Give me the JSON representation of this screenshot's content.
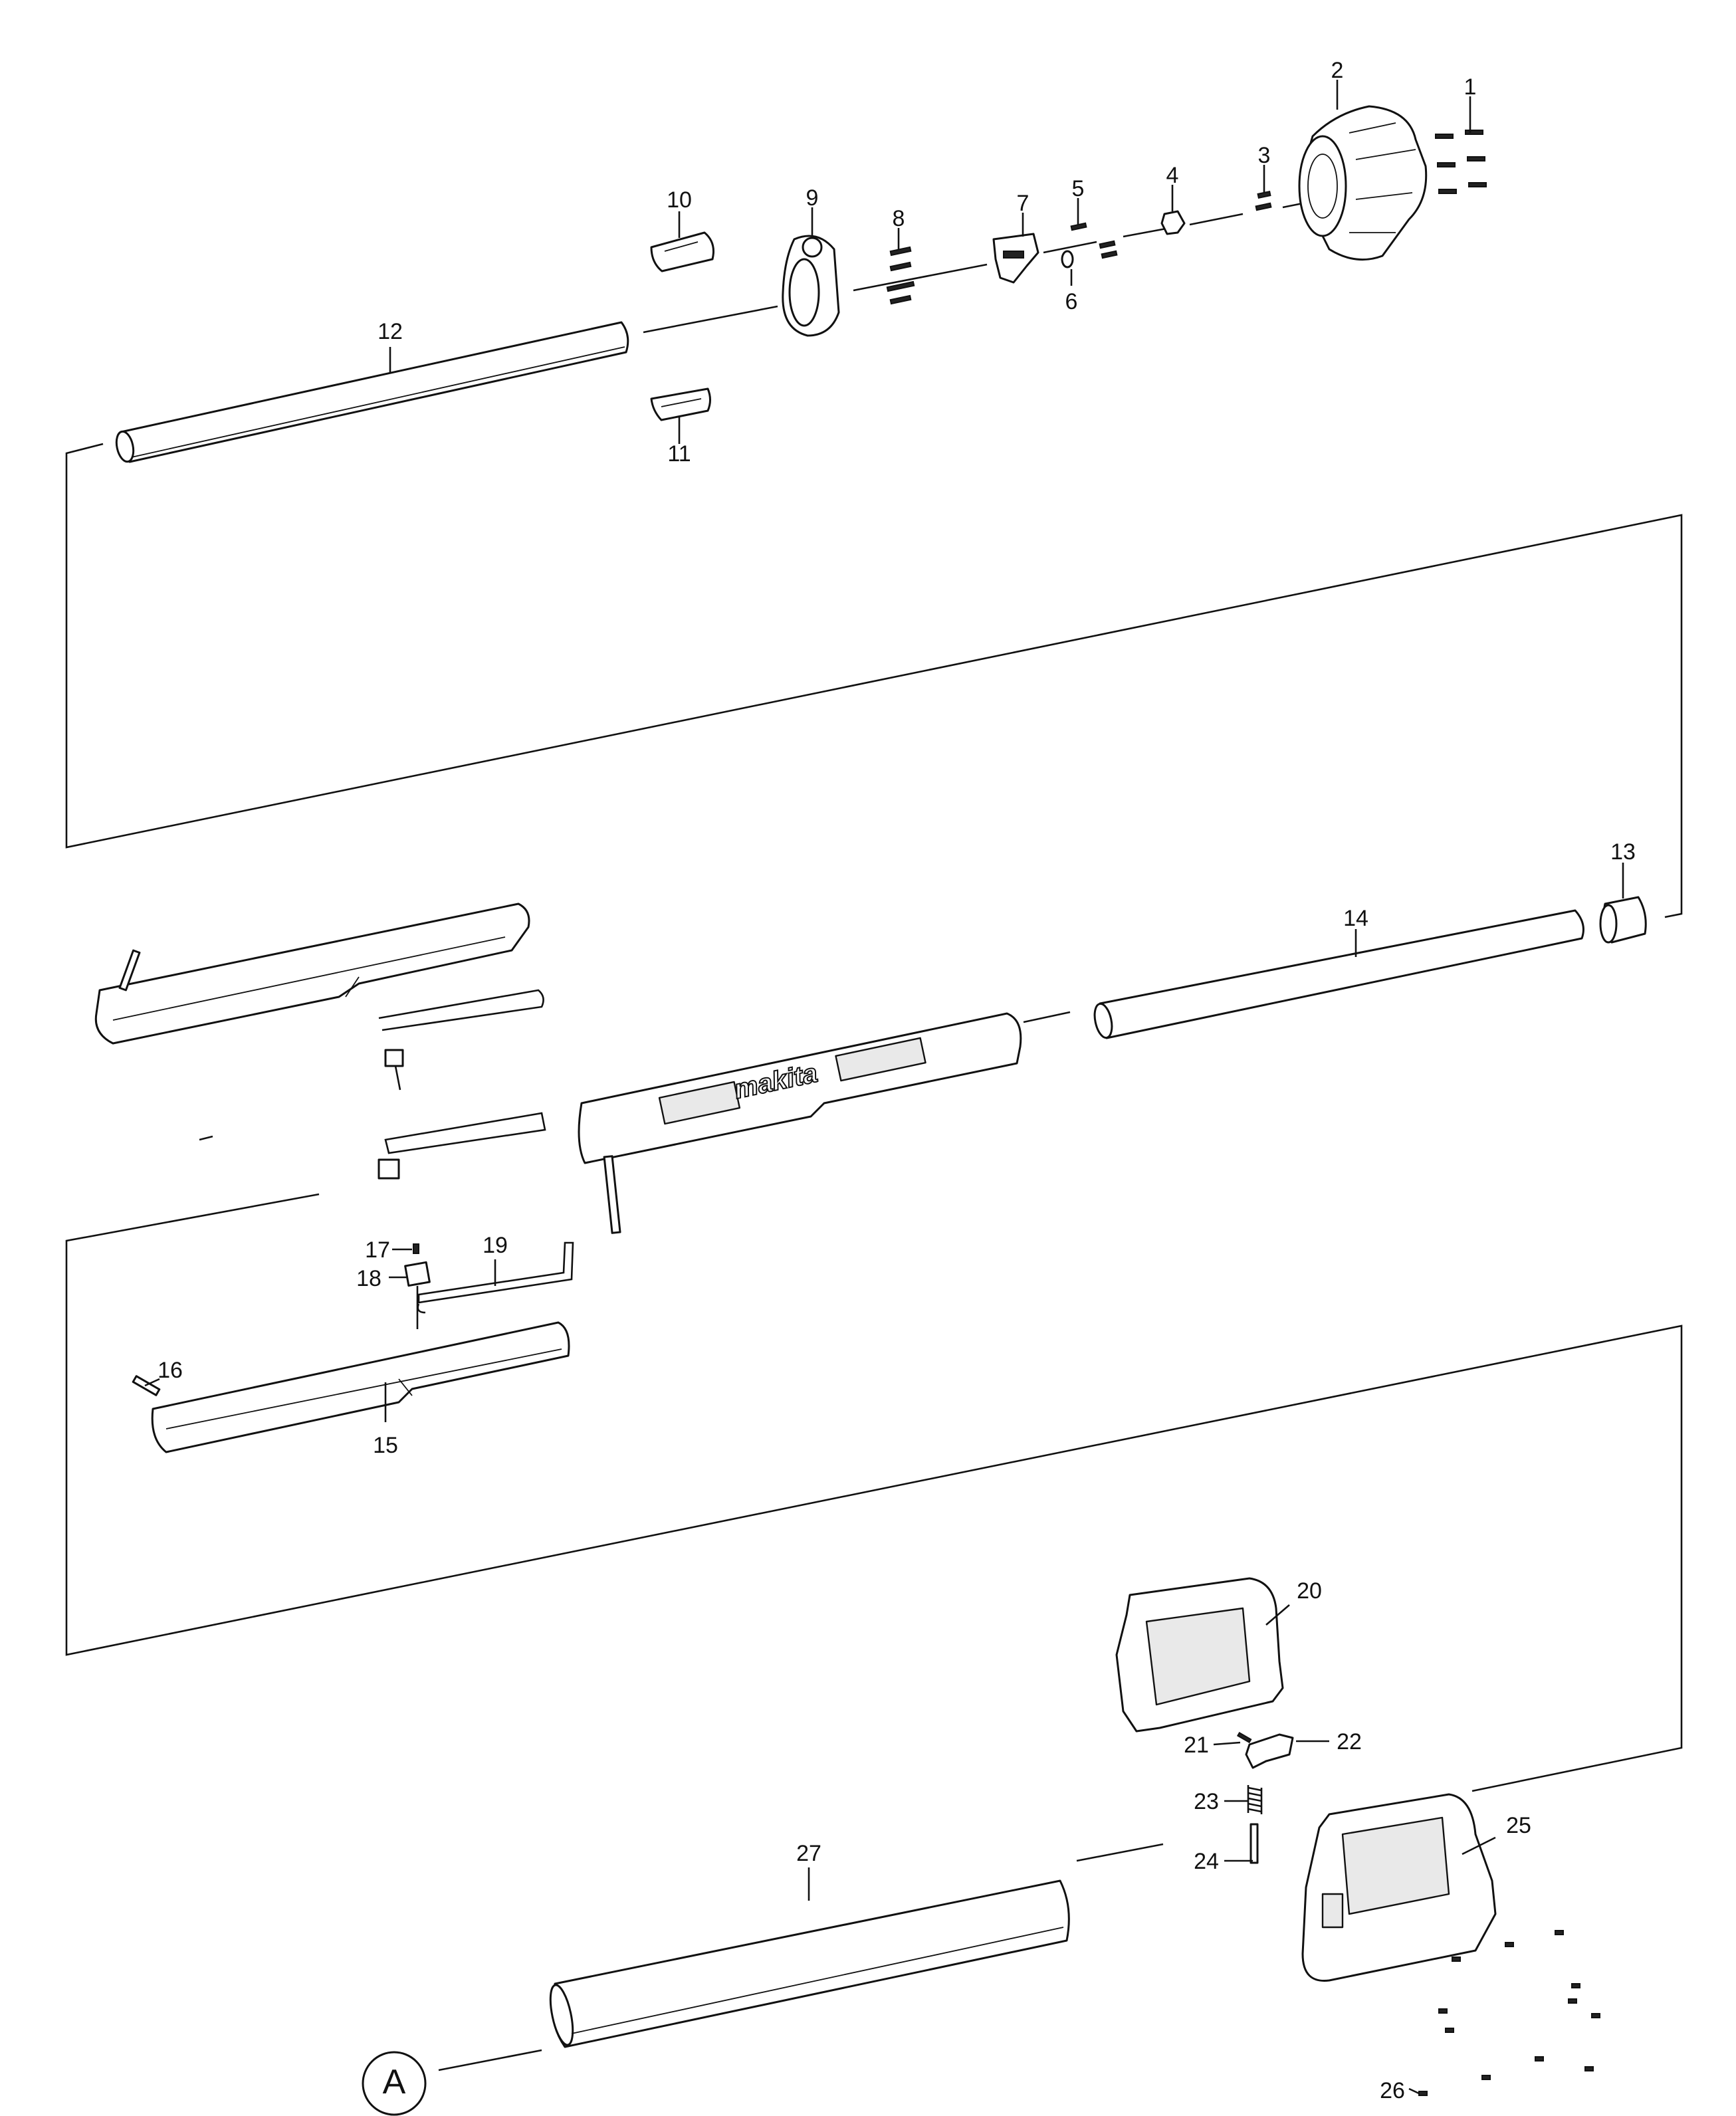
{
  "diagram": {
    "callouts": [
      "1",
      "2",
      "3",
      "4",
      "5",
      "6",
      "7",
      "8",
      "9",
      "10",
      "11",
      "12",
      "13",
      "14",
      "15",
      "16",
      "17",
      "18",
      "19",
      "20",
      "21",
      "22",
      "23",
      "24",
      "25",
      "26",
      "27"
    ],
    "reference_marker": "A",
    "brand_text": "makita"
  }
}
